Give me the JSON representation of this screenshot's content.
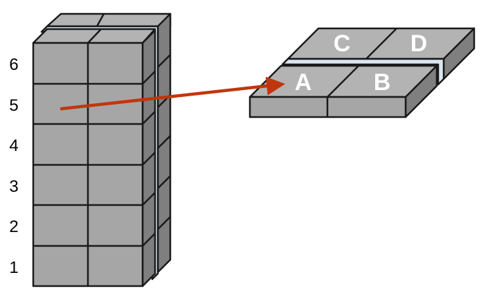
{
  "diagram": {
    "tower": {
      "row_labels": [
        "6",
        "5",
        "4",
        "3",
        "2",
        "1"
      ]
    },
    "slab": {
      "blocks": [
        {
          "id": "block-a",
          "label": "A"
        },
        {
          "id": "block-b",
          "label": "B"
        },
        {
          "id": "block-c",
          "label": "C"
        },
        {
          "id": "block-d",
          "label": "D"
        }
      ]
    },
    "colors": {
      "front_face": "#a6a6a6",
      "top_face": "#b3b3b3",
      "side_face": "#7f7f7f",
      "gap": "#dce6f0",
      "outline": "#1a1a1a",
      "arrow": "#c0360c",
      "block_text": "#ffffff"
    }
  }
}
